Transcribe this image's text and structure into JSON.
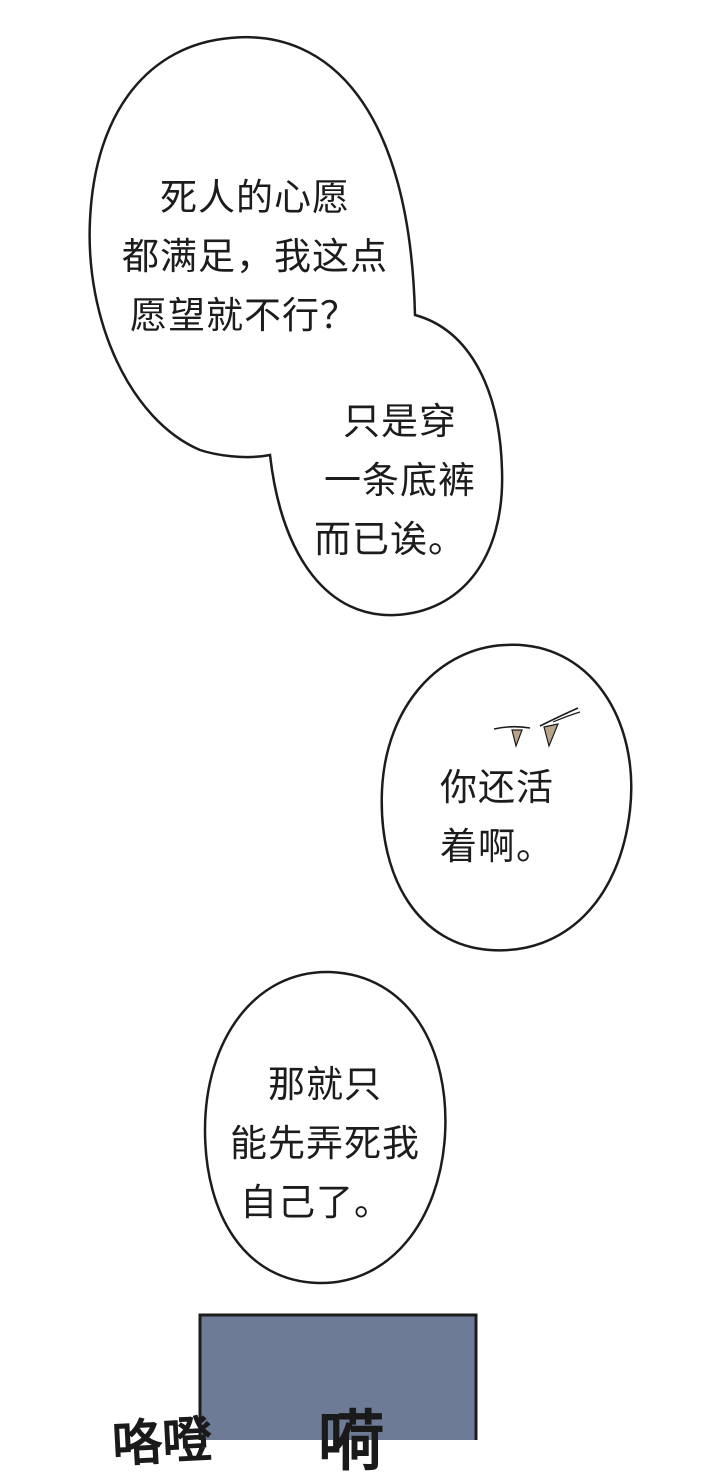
{
  "bubbles": [
    {
      "lines": [
        "死人的心愿",
        "都满足，我这点",
        "愿望就不行？"
      ]
    },
    {
      "lines": [
        "只是穿",
        "一条底裤",
        "而已诶。"
      ]
    },
    {
      "lines": [
        "你还活",
        "着啊。"
      ]
    },
    {
      "lines": [
        "那就只",
        "能先弄死我",
        "自己了。"
      ]
    }
  ],
  "panel": {
    "color": "#6e7b97"
  },
  "sfx": {
    "left": "咯噔",
    "right": "嗬"
  }
}
